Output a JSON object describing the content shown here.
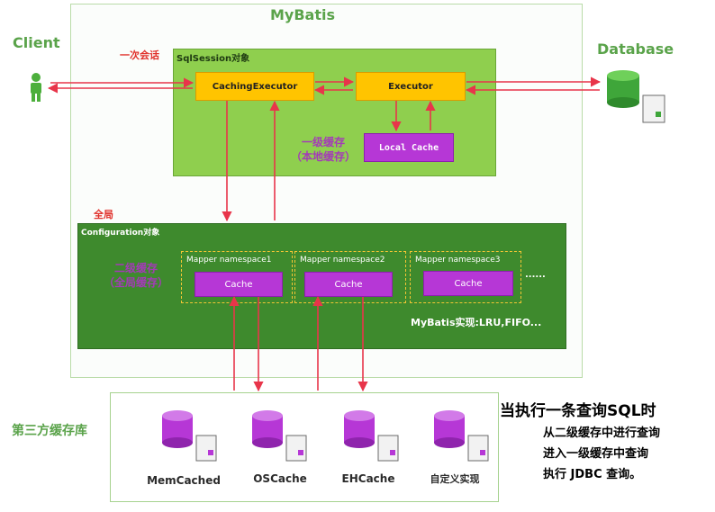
{
  "title": "MyBatis",
  "client_label": "Client",
  "database_label": "Database",
  "session_note": "一次会话",
  "sqlsession_label": "SqlSession对象",
  "caching_executor_label": "CachingExecutor",
  "executor_label": "Executor",
  "first_level_cache": {
    "line1": "一级缓存",
    "line2": "（本地缓存）",
    "box": "Local Cache"
  },
  "global_note": "全局",
  "configuration_label": "Configuration对象",
  "second_level_cache": {
    "line1": "二级缓存",
    "line2": "（全局缓存）"
  },
  "namespaces": [
    {
      "label": "Mapper namespace1",
      "cache": "Cache"
    },
    {
      "label": "Mapper namespace2",
      "cache": "Cache"
    },
    {
      "label": "Mapper namespace3",
      "cache": "Cache"
    }
  ],
  "namespace_ellipsis": "......",
  "implementation_note": "MyBatis实现:LRU,FIFO...",
  "third_party_label": "第三方缓存库",
  "third_party": [
    {
      "name": "MemCached"
    },
    {
      "name": "OSCache"
    },
    {
      "name": "EHCache"
    },
    {
      "name": "自定义实现"
    }
  ],
  "explanation": {
    "heading": "当执行一条查询SQL时",
    "line1": "从二级缓存中进行查询",
    "line2": "进入一级缓存中查询",
    "line3": "执行 JDBC 查询。"
  },
  "colors": {
    "title_green": "#5aa34a",
    "arrow_red": "#e8354a",
    "light_green": "#8fcf4e",
    "dark_green": "#3e8a2d",
    "executor_yellow": "#ffc400",
    "cache_purple": "#b637d6"
  }
}
